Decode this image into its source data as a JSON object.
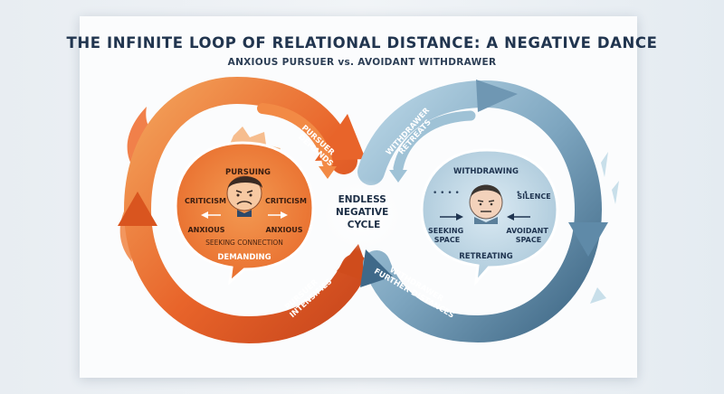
{
  "title": "THE INFINITE LOOP OF RELATIONAL DISTANCE: A NEGATIVE DANCE",
  "subtitle": "ANXIOUS PURSUER vs. AVOIDANT WITHDRAWER",
  "left": {
    "arrow_top": [
      "PURSUER",
      "DEMANDS"
    ],
    "arrow_bottom": [
      "PURSUER",
      "INTENSIFIES"
    ],
    "bubble": {
      "top": "PURSUING",
      "left": "CRITICISM",
      "right": "CRITICISM",
      "low_left": "ANXIOUS",
      "low_right": "ANXIOUS",
      "connection": "SEEKING CONNECTION",
      "bottom": "DEMANDING"
    }
  },
  "center": [
    "ENDLESS",
    "NEGATIVE",
    "CYCLE"
  ],
  "right": {
    "arrow_top": [
      "WITHDRAWER",
      "RETREATS"
    ],
    "arrow_bottom": [
      "WITHDRAWER",
      "FURTHER DISTANCES"
    ],
    "bubble": {
      "top": "WITHDRAWING",
      "silence": "SILENCE",
      "seeking": [
        "SEEKING",
        "SPACE"
      ],
      "avoidant": [
        "AVOIDANT",
        "SPACE"
      ],
      "bottom": "RETREATING"
    }
  },
  "colors": {
    "orange": "#e8642a",
    "orange_light": "#f49a58",
    "blue": "#4f7d9c",
    "blue_light": "#a9c9db",
    "ink": "#21354f"
  }
}
